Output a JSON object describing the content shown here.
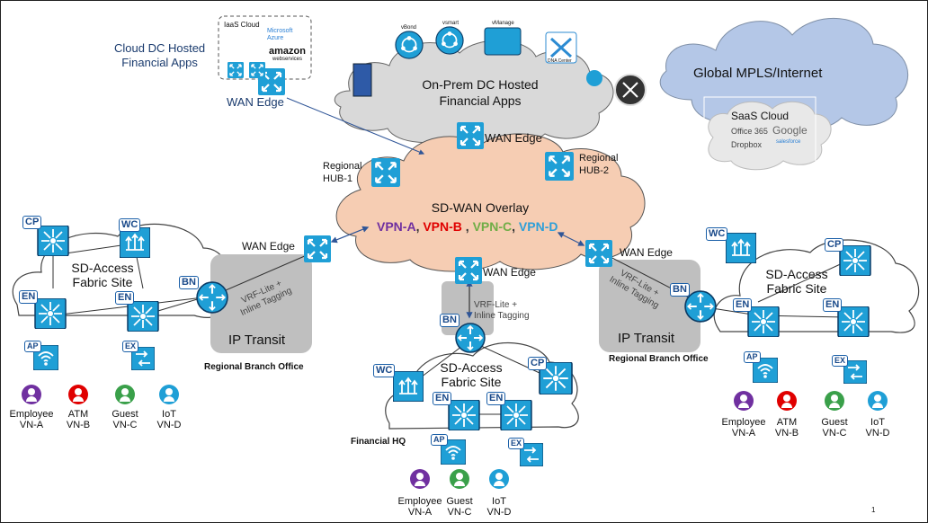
{
  "labels": {
    "cloud_dc": "Cloud DC Hosted\nFinancial Apps",
    "iaas_cloud": "IaaS Cloud",
    "ms_azure": "Microsoft\nAzure",
    "amazon": "amazon",
    "amazon_sub": "webservices",
    "onprem_dc": "On-Prem DC Hosted\nFinancial Apps",
    "vbond": "vBond",
    "vsmart": "vsmart",
    "vmanage": "vManage",
    "dna_center": "DNA Center",
    "global_mpls": "Global MPLS/Internet",
    "saas_cloud": "SaaS Cloud",
    "office365": "Office 365",
    "google": "Google",
    "dropbox": "Dropbox",
    "salesforce": "salesforce",
    "wan_edge": "WAN Edge",
    "regional_hub1": "Regional\nHUB-1",
    "regional_hub2": "Regional\nHUB-2",
    "sdwan_overlay": "SD-WAN Overlay",
    "vpn_a": "VPN-A",
    "vpn_b": "VPN-B",
    "vpn_c": "VPN-C",
    "vpn_d": "VPN-D",
    "comma": ",",
    "sda_fabric": "SD-Access\nFabric Site",
    "ip_transit": "IP Transit",
    "vrf_lite": "VRF-Lite +\nInline Tagging",
    "regional_branch": "Regional Branch Office",
    "financial_hq": "Financial HQ",
    "page_number": "1"
  },
  "tags": {
    "cp": "CP",
    "wc": "WC",
    "en": "EN",
    "bn": "BN",
    "ap": "AP",
    "ex": "EX"
  },
  "users": {
    "employee": "Employee\nVN-A",
    "atm": "ATM\nVN-B",
    "guest": "Guest\nVN-C",
    "iot": "IoT\nVN-D"
  },
  "colors": {
    "overlay_cloud": "#f6cdb3",
    "mpls_cloud": "#b4c7e7",
    "dc_cloud": "#d9d9d9",
    "transit_box": "#bfbfbf",
    "device_blue": "#1f9fd6",
    "vpn_a": "#7030a0",
    "vpn_b": "#e00000",
    "vpn_c": "#70ad47",
    "vpn_d": "#2e9fd8",
    "employee": "#7030a0",
    "atm": "#e00000",
    "guest": "#3aa04a",
    "iot": "#1f9fd6"
  }
}
